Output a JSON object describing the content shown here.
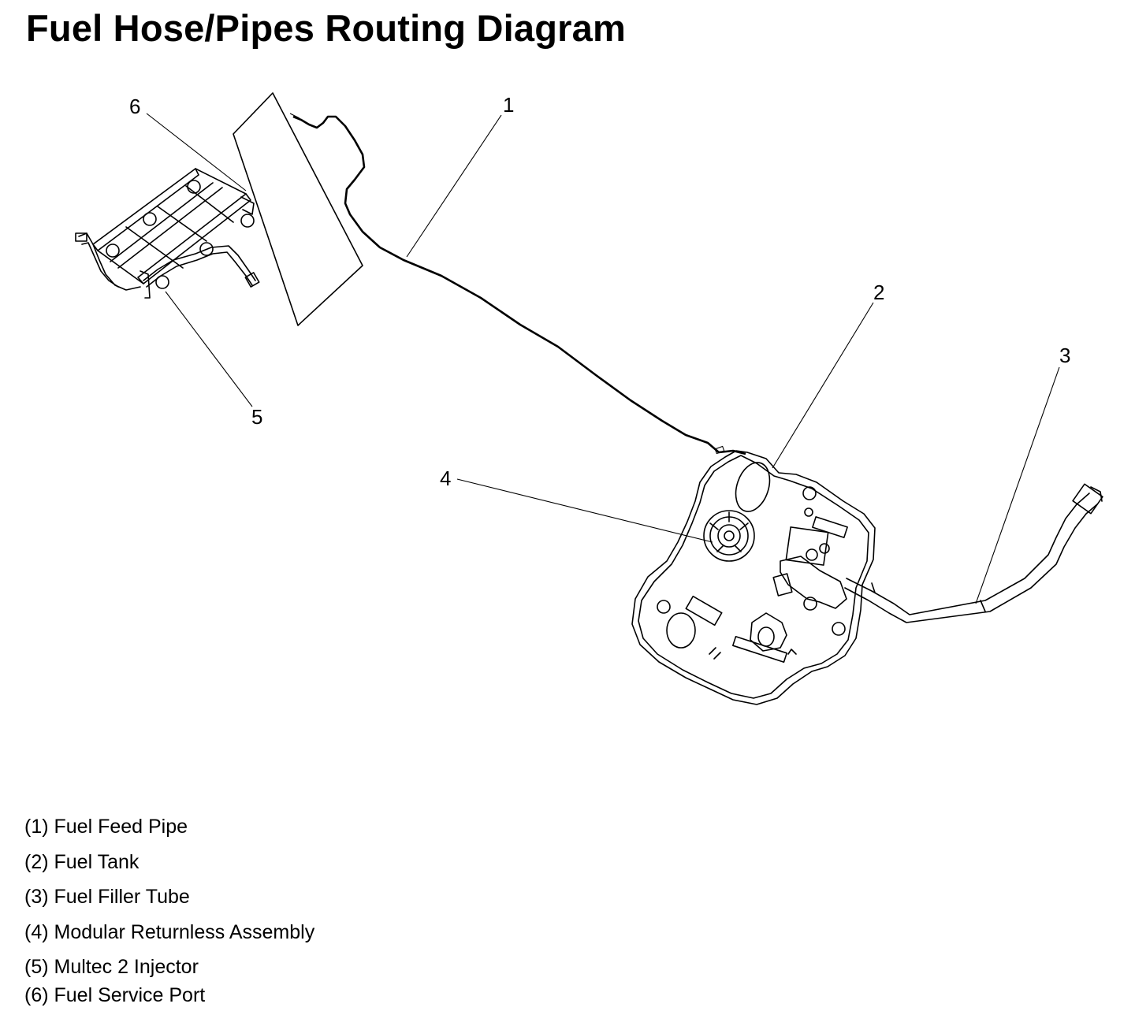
{
  "title": "Fuel Hose/Pipes Routing Diagram",
  "callouts": {
    "c1": "1",
    "c2": "2",
    "c3": "3",
    "c4": "4",
    "c5": "5",
    "c6": "6"
  },
  "legend": [
    "(1) Fuel Feed Pipe",
    "(2) Fuel Tank",
    "(3) Fuel Filler Tube",
    "(4) Modular Returnless Assembly",
    "(5) Multec 2 Injector",
    "(6) Fuel Service Port"
  ]
}
